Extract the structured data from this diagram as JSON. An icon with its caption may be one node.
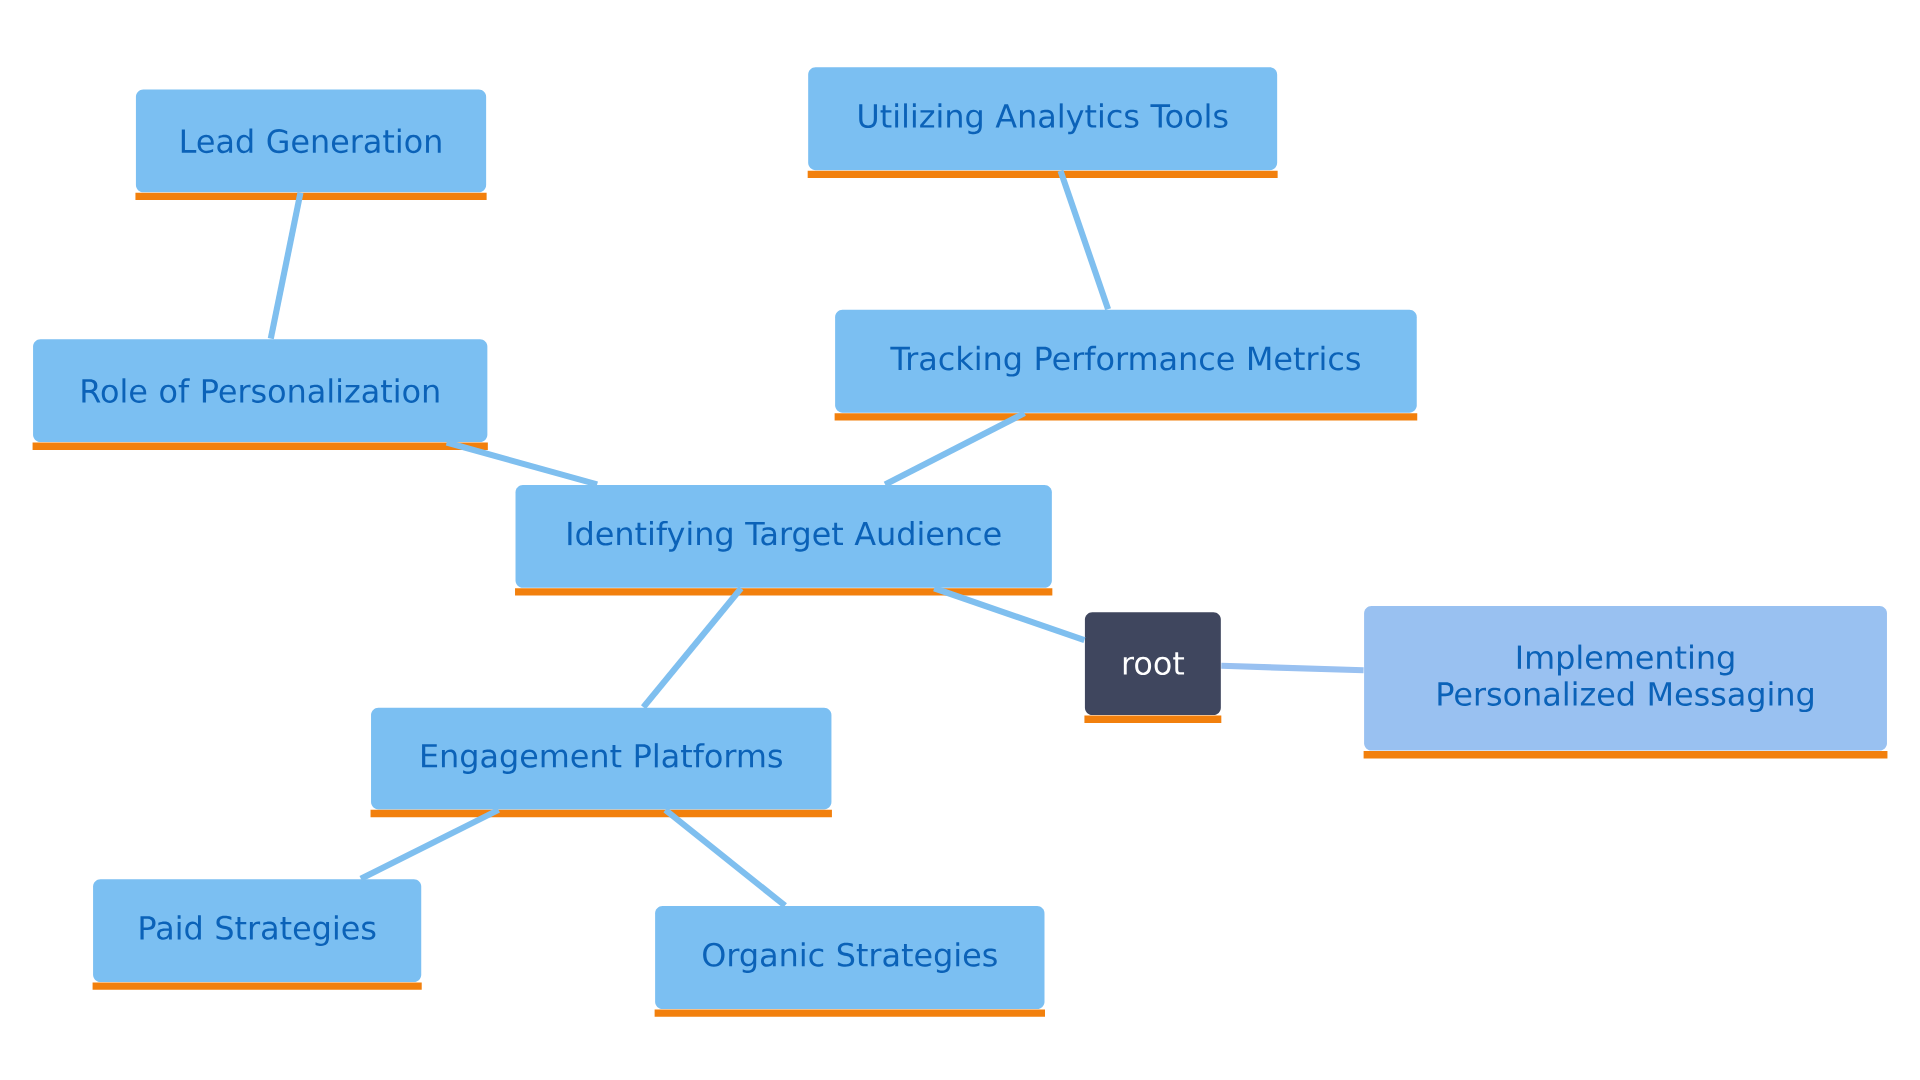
{
  "diagram": {
    "nodes": [
      {
        "text": [
          "root"
        ]
      },
      {
        "text": [
          "Implementing Personalized Messaging"
        ]
      },
      {
        "text": [
          "Identifying Target Audience"
        ]
      },
      {
        "text": [
          "Role of Personalization"
        ]
      },
      {
        "text": [
          "Lead Generation"
        ]
      },
      {
        "text": [
          "Tracking Performance Metrics"
        ]
      },
      {
        "text": [
          "Utilizing Analytics Tools"
        ]
      },
      {
        "text": [
          "Engagement Platforms"
        ]
      },
      {
        "text": [
          "Paid Strategies"
        ]
      },
      {
        "text": [
          "Organic Strategies"
        ]
      }
    ],
    "edges": [
      {
        "from": 0,
        "to": 1,
        "arrow": "none",
        "color": "#99c1f1"
      },
      {
        "from": 0,
        "to": 2,
        "arrow": "none"
      },
      {
        "from": 2,
        "to": 3,
        "arrow": "none"
      },
      {
        "from": 3,
        "to": 4,
        "arrow": "none"
      },
      {
        "from": 2,
        "to": 5,
        "arrow": "none"
      },
      {
        "from": 5,
        "to": 6,
        "arrow": "none"
      },
      {
        "from": 2,
        "to": 7,
        "arrow": "none"
      },
      {
        "from": 7,
        "to": 8,
        "arrow": "none"
      },
      {
        "from": 7,
        "to": 9,
        "arrow": "none"
      }
    ]
  }
}
